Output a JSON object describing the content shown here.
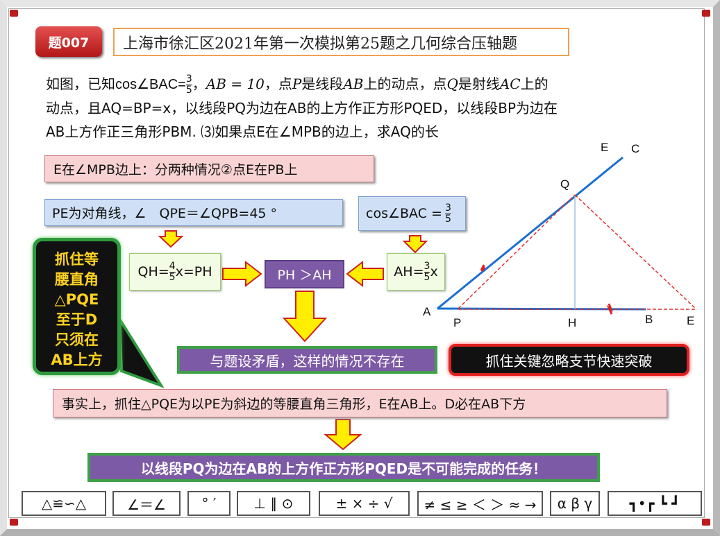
{
  "tag": "题007",
  "title": "上海市徐汇区2021年第一次模拟第25题之几何综合压轴题",
  "problem": {
    "p1": "如图，已知",
    "cos_label": "cos∠BAC=",
    "frac_num": "3",
    "frac_den": "5",
    "p2": "，",
    "ab_eq": "AB = 10",
    "p3": "，点",
    "P": "P",
    "p4": "是线段",
    "AB": "AB",
    "p5": "上的动点，点",
    "Q": "Q",
    "p6": "是射线",
    "AC": "AC",
    "p7": "上的",
    "line2": "动点，且AQ=BP=x，以线段PQ为边在AB的上方作正方形PQED，以线段BP为边在",
    "line3": "AB上方作正三角形PBM. ⑶如果点E在∠MPB的边上，求AQ的长"
  },
  "case_box": "E在∠MPB边上：分两种情况②点E在PB上",
  "diag_box": "PE为对角线，∠　QPE＝∠QPB=45 °",
  "cos_box": {
    "label": "cos∠BAC =",
    "num": "3",
    "den": "5"
  },
  "qh_box": {
    "pre": "QH=",
    "num": "4",
    "den": "5",
    "post": "x=PH"
  },
  "compare_box": "PH ＞AH",
  "ah_box": {
    "pre": "AH=",
    "num": "3",
    "den": "5",
    "post": "x"
  },
  "callout_lines": [
    "抓住等",
    "腰直角",
    "△PQE",
    "至于D",
    "只须在",
    "AB上方"
  ],
  "contradiction": "与题设矛盾，这样的情况不存在",
  "breakthrough": "抓住关键忽略支节快速突破",
  "fact": "事实上，抓住△PQE为以PE为斜边的等腰直角三角形，E在AB上。D必在AB下方",
  "conclusion": "以线段PQ为边在AB的上方作正方形PQED是不可能完成的任务！",
  "symbols": [
    "△≌∽△",
    "∠＝∠",
    "°  ′",
    "⊥ ∥ ⊙",
    "±  ×  ÷ √",
    "≠ ≤ ≥ ＜ ＞ ≈ →",
    "α β γ",
    "┓•┏ ┗ ┛"
  ],
  "figure_labels": {
    "E_top": "E",
    "C": "C",
    "Q": "Q",
    "A": "A",
    "P": "P",
    "H": "H",
    "B": "B",
    "E_right": "E"
  },
  "colors": {
    "ray": "#1a6fd0",
    "dashed": "#e03030",
    "tag": "#c42222",
    "callout_text": "#ffd21f",
    "arrow_fill": "#ffee00",
    "arrow_stroke": "#d02020"
  }
}
